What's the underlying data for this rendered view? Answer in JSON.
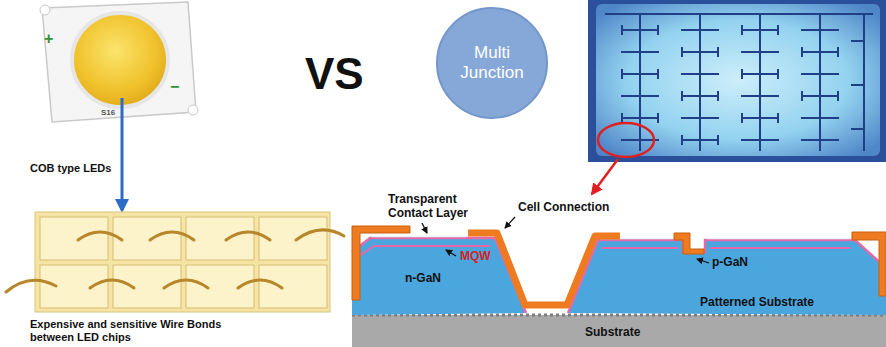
{
  "diagram": {
    "nodes": [
      {
        "text": [
          "Multi Junction"
        ]
      }
    ],
    "labels": [
      "+",
      "−",
      "S16",
      "COB type LEDs",
      "Expensive and sensitive Wire Bonds between LED chips",
      "VS",
      "Transparent Contact Layer",
      "Cell Connection",
      "MQW",
      "n-GaN",
      "p-GaN",
      "Patterned Substrate",
      "Substrate"
    ]
  }
}
